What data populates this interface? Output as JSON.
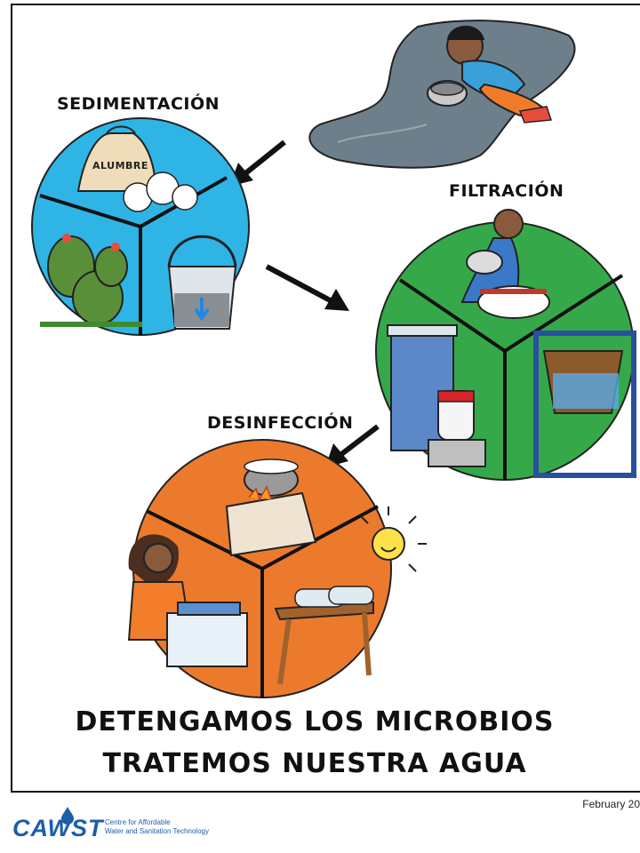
{
  "poster": {
    "labels": {
      "sedimentation": "SEDIMENTACIÓN",
      "filtration": "FILTRACIÓN",
      "disinfection": "DESINFECCIÓN",
      "bag": "ALUMBRE"
    },
    "headline": {
      "line1": "DETENGAMOS LOS MICROBIOS",
      "line2": "TRATEMOS NUESTRA AGUA"
    },
    "date": "February 20",
    "colors": {
      "sedimentation_circle": "#2fb4e6",
      "filtration_circle": "#35a94a",
      "disinfection_circle": "#ec7a2d",
      "water_pond": "#6e7f8c",
      "logo_blue": "#1d5ea8"
    }
  },
  "footer": {
    "logo_text": "CAWST",
    "tagline1": "Centre for Affordable",
    "tagline2": "Water and Sanitation Technology"
  }
}
